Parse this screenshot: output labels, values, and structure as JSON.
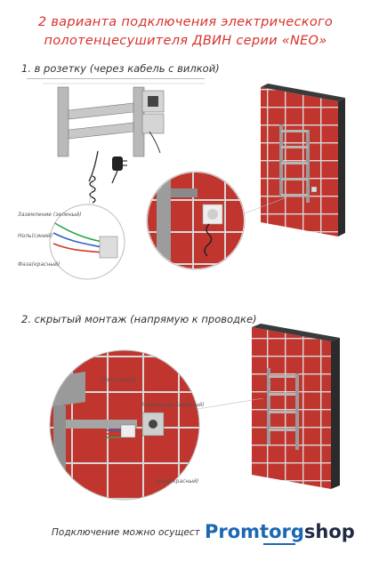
{
  "title": {
    "line1": "2 варианта подключения электрического",
    "line2": "полотенцесушителя ДВИН серии «NEO»"
  },
  "step1": {
    "label": "1. в розетку (через кабель с вилкой)",
    "wire_labels": [
      "Заземление (зеленый)",
      "Ноль(синий)",
      "Фаза(красный)"
    ]
  },
  "step2": {
    "label": "2. скрытый монтаж (напрямую к проводке)",
    "wire_labels": [
      "Ноль(синий)",
      "Заземление (зеленый)",
      "Фаза(красный)"
    ]
  },
  "footer": {
    "note": "Подключение можно осущест",
    "logo_part1": "Promtorg",
    "logo_part2": "shop"
  },
  "colors": {
    "title_red": "#d8322c",
    "tile_red": "#c0352e",
    "grout": "#d8d8d8",
    "steel": "#a9a9a9",
    "logo_blue": "#1c67b3",
    "logo_dark": "#1f2a44"
  }
}
